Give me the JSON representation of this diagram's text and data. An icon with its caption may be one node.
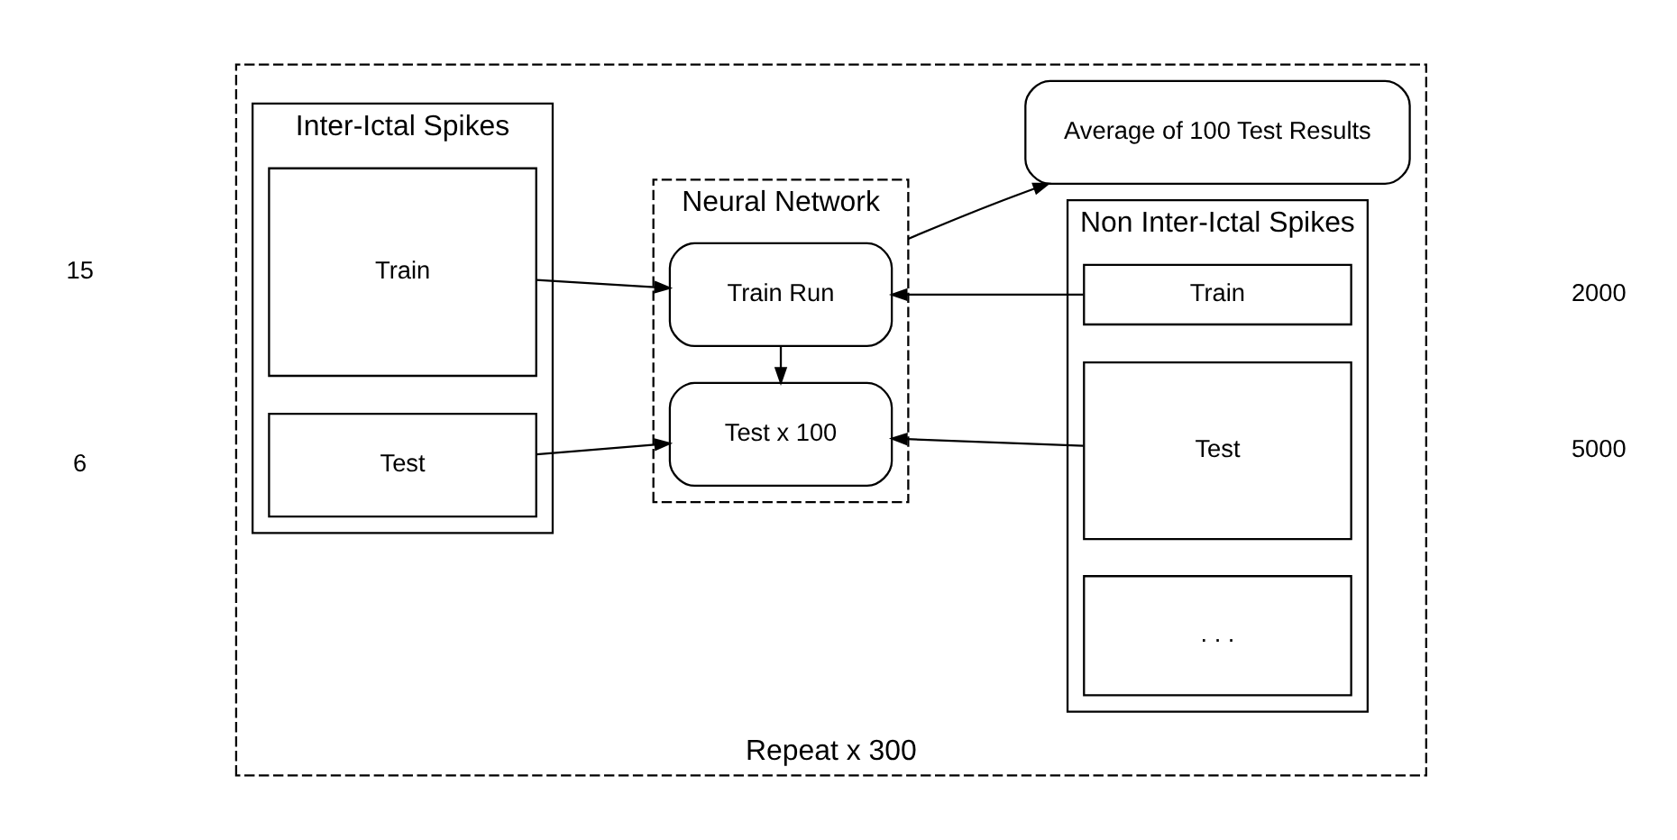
{
  "diagram": {
    "nodes": [
      {
        "text": [
          "Repeat x 300"
        ]
      },
      {
        "text": [
          "Inter-Ictal Spikes"
        ],
        "in": 0
      },
      {
        "text": [
          "Train"
        ],
        "in": 1
      },
      {
        "text": [
          "Test"
        ],
        "in": 1
      },
      {
        "text": [
          "Neural Network"
        ],
        "in": 0
      },
      {
        "text": [
          "Train Run"
        ],
        "in": 4
      },
      {
        "text": [
          "Test x 100"
        ],
        "in": 4
      },
      {
        "text": [
          "Non Inter-Ictal Spikes"
        ],
        "in": 0
      },
      {
        "text": [
          "Train"
        ],
        "in": 7
      },
      {
        "text": [
          "Test"
        ],
        "in": 7
      },
      {
        "text": [
          ". . ."
        ],
        "in": 7
      },
      {
        "text": [
          "Average of 100 Test Results"
        ],
        "in": 0
      }
    ],
    "edges": [
      {
        "from": 2,
        "to": 5,
        "arrow": "to"
      },
      {
        "from": 3,
        "to": 6,
        "arrow": "to"
      },
      {
        "from": 8,
        "to": 5,
        "arrow": "to"
      },
      {
        "from": 9,
        "to": 6,
        "arrow": "to"
      },
      {
        "from": 5,
        "to": 6,
        "arrow": "to"
      },
      {
        "from": 4,
        "to": 11,
        "arrow": "to"
      }
    ],
    "labels": [
      "15",
      "2000",
      "5000",
      "6"
    ]
  }
}
